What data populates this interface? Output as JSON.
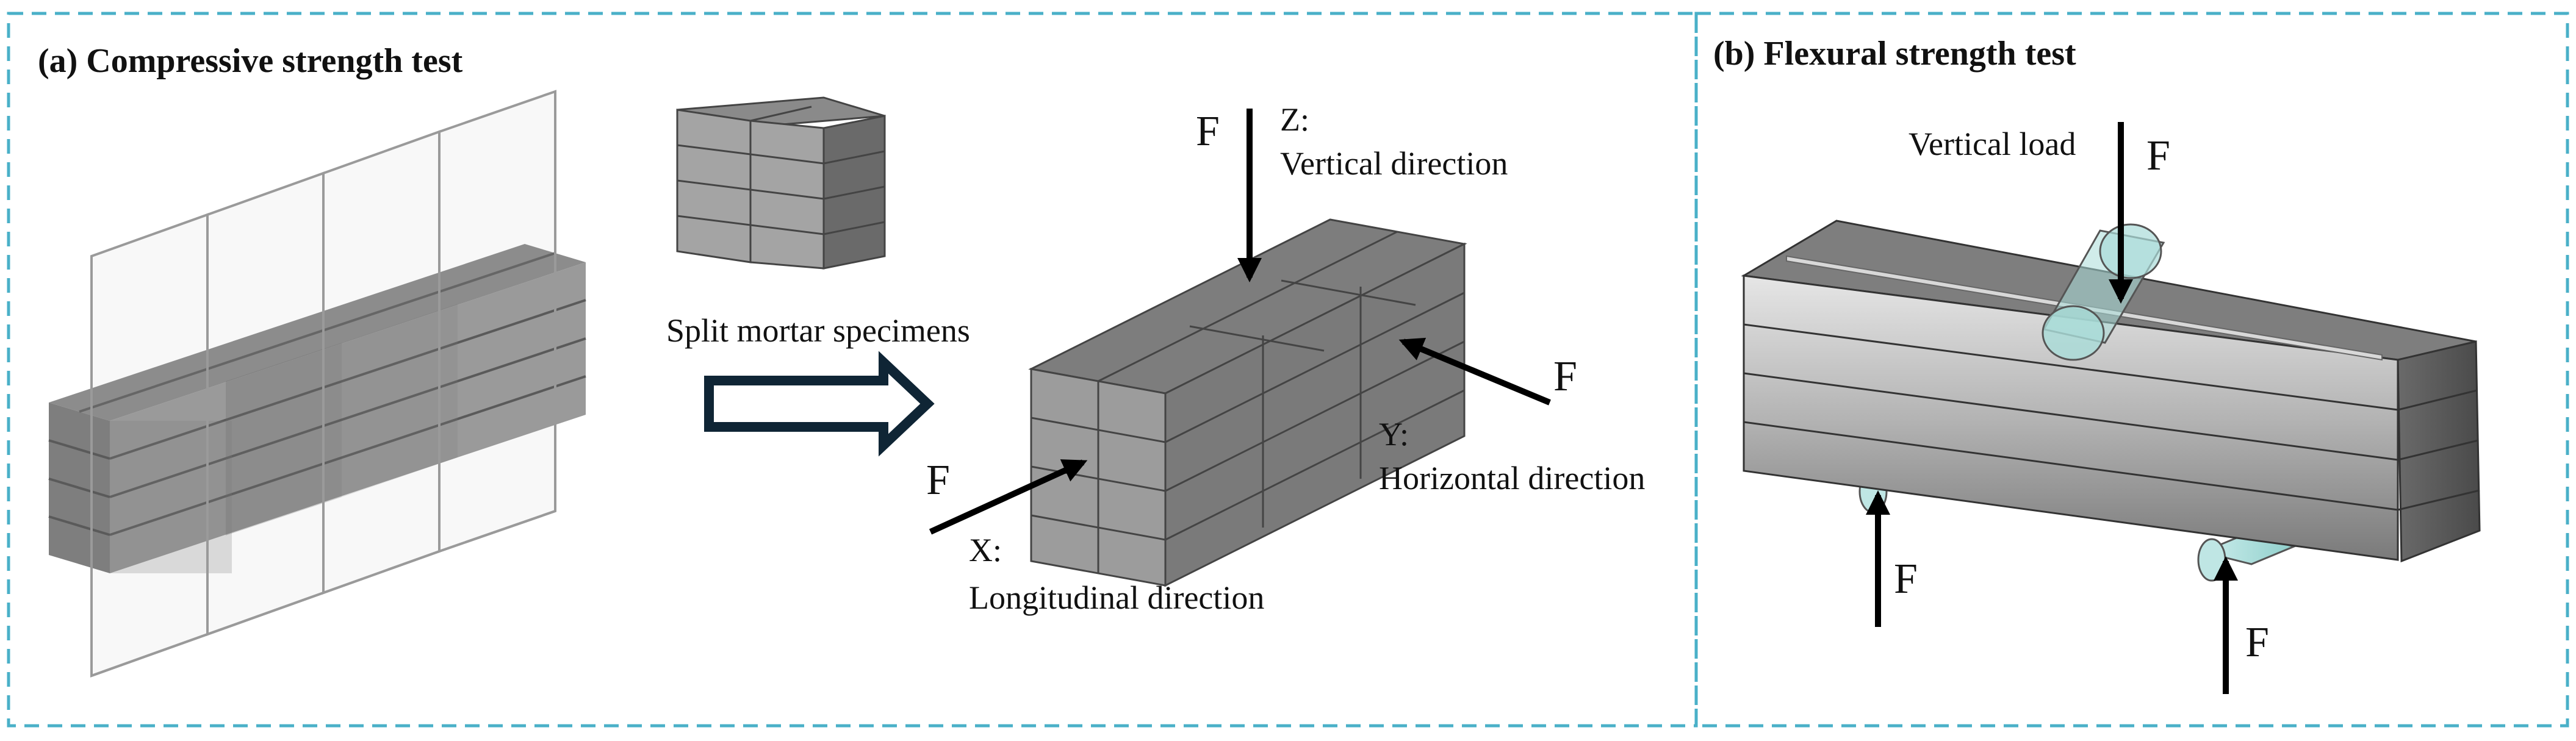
{
  "panel_a": {
    "title": "(a) Compressive strength test",
    "split_label": "Split mortar specimens",
    "force_top": "F",
    "z_axis": "Z:",
    "z_dir": "Vertical direction",
    "force_side": "F",
    "y_axis": "Y:",
    "y_dir": "Horizontal direction",
    "force_front": "F",
    "x_axis": "X:",
    "x_dir": "Longitudinal direction"
  },
  "panel_b": {
    "title": "(b) Flexural strength test",
    "load_label": "Vertical load",
    "force_top": "F",
    "force_left": "F",
    "force_right": "F"
  },
  "colors": {
    "frame_dash": "#4ab0c8",
    "block_top": "#8a8a8a",
    "block_side": "#6f6f6f",
    "block_front": "#9a9a9a",
    "roller": "#a9dcd8",
    "hollow_arrow": "#0f2535"
  }
}
